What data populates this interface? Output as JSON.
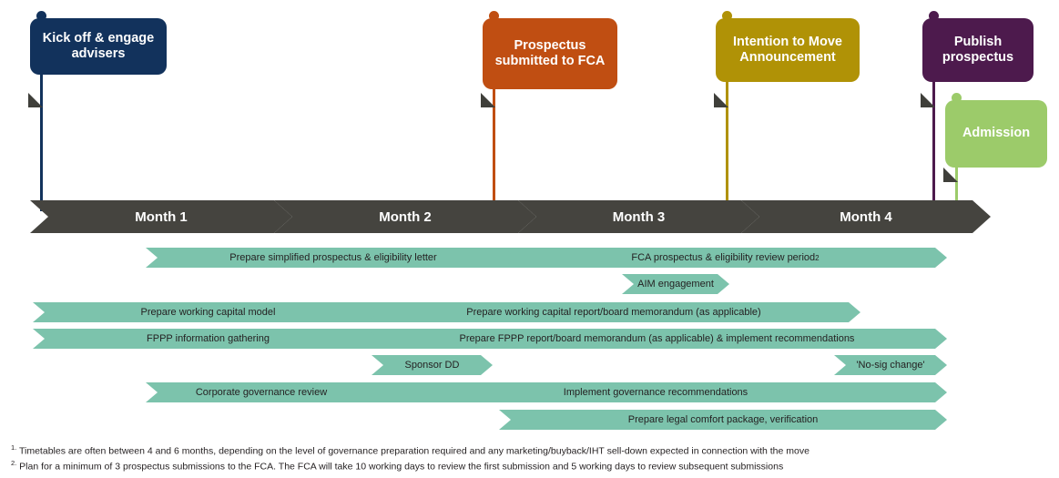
{
  "palette": {
    "navy": "#12325c",
    "orange": "#c04e12",
    "olive": "#b09206",
    "purple": "#4d1a4d",
    "green_light": "#9ccb6a",
    "band_gray": "#45443f",
    "bar_green": "#7cc3ac",
    "text_dark": "#231f20",
    "white": "#ffffff"
  },
  "milestones": [
    {
      "id": "kick-off",
      "label": "Kick off & engage advisers",
      "color": "#12325c"
    },
    {
      "id": "prospectus-submitted",
      "label": "Prospectus submitted to FCA",
      "color": "#c04e12"
    },
    {
      "id": "intention-to-move",
      "label": "Intention to Move Announcement",
      "color": "#b09206"
    },
    {
      "id": "publish-prospectus",
      "label": "Publish prospectus",
      "color": "#4d1a4d"
    },
    {
      "id": "admission",
      "label": "Admission",
      "color": "#9ccb6a"
    }
  ],
  "timeline": {
    "months": [
      {
        "label": "Month 1"
      },
      {
        "label": "Month 2"
      },
      {
        "label": "Month 3"
      },
      {
        "label": "Month 4"
      }
    ]
  },
  "workstreams": [
    {
      "id": "prepare-simplified-prospectus",
      "label": "Prepare simplified prospectus & eligibility letter"
    },
    {
      "id": "fca-review-period",
      "label": "FCA prospectus & eligibility review period",
      "footnote": "2"
    },
    {
      "id": "aim-engagement",
      "label": "AIM engagement"
    },
    {
      "id": "prepare-working-capital-model",
      "label": "Prepare working capital model"
    },
    {
      "id": "prepare-working-capital-report",
      "label": "Prepare working capital report/board memorandum (as applicable)"
    },
    {
      "id": "fppp-information-gathering",
      "label": "FPPP information gathering"
    },
    {
      "id": "prepare-fppp-report",
      "label": "Prepare FPPP report/board memorandum (as applicable) & implement recommendations"
    },
    {
      "id": "sponsor-dd",
      "label": "Sponsor DD"
    },
    {
      "id": "no-sig-change",
      "label": "'No-sig change'"
    },
    {
      "id": "corporate-governance-review",
      "label": "Corporate governance review"
    },
    {
      "id": "implement-governance-recs",
      "label": "Implement governance recommendations"
    },
    {
      "id": "prepare-legal-comfort-package",
      "label": "Prepare legal comfort package, verification"
    }
  ],
  "footnotes": [
    {
      "num": "1.",
      "text": " Timetables are often between 4 and 6 months, depending on the level of governance preparation required and any marketing/buyback/IHT sell-down expected in connection with the move"
    },
    {
      "num": "2.",
      "text": " Plan for a minimum of 3 prospectus submissions to the FCA. The FCA will take 10 working days to review the first submission and 5 working days to review subsequent submissions"
    }
  ]
}
